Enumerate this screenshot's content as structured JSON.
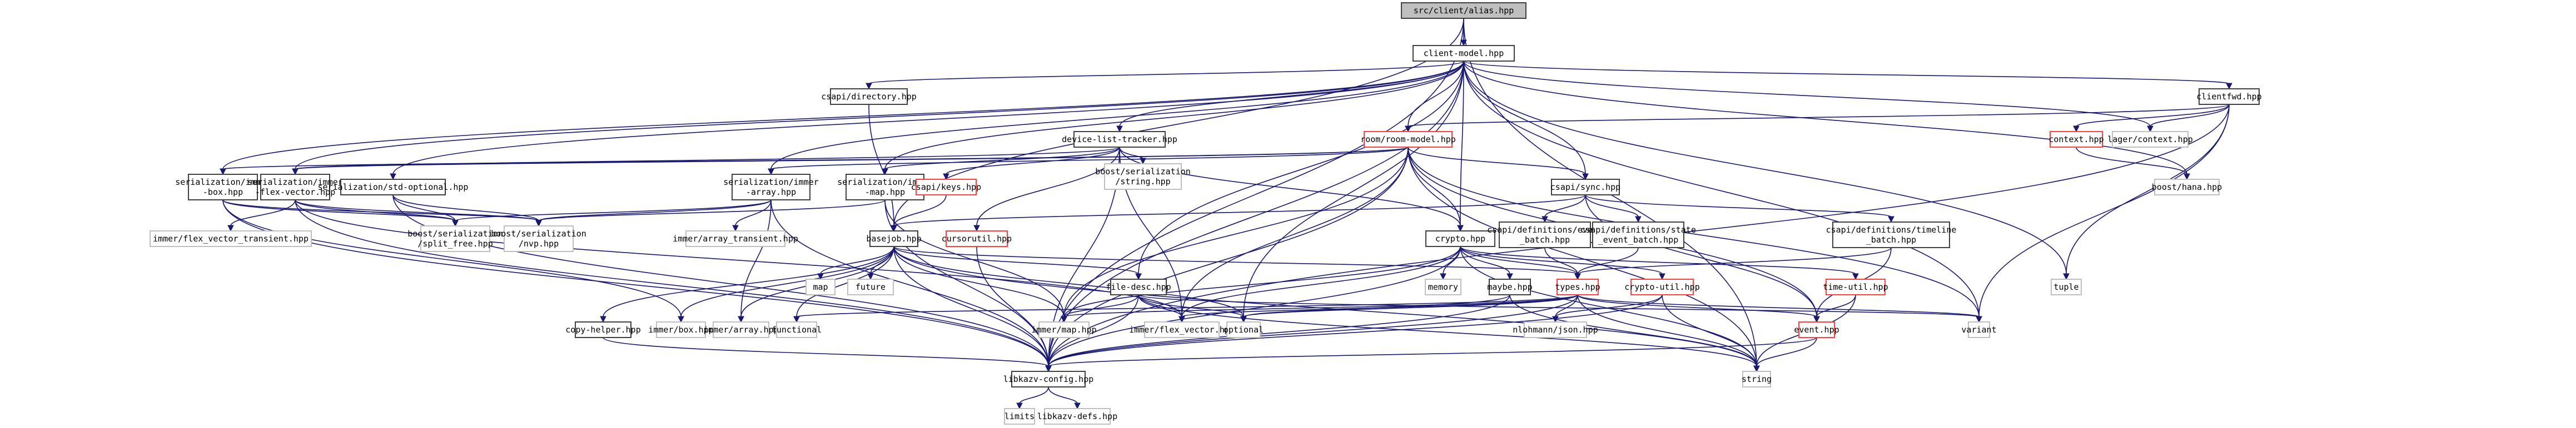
{
  "title": "src/client/alias.hpp",
  "colors": {
    "edge": "#191970",
    "root_fill": "#bfbfbf",
    "documented_border": "#404040",
    "truncated_border": "#ff4040",
    "external_border": "#bfbfbf"
  },
  "nodes": [
    {
      "id": "alias",
      "label": [
        "src/client/alias.hpp"
      ],
      "kind": "root"
    },
    {
      "id": "client_model",
      "label": [
        "client-model.hpp"
      ],
      "kind": "doc"
    },
    {
      "id": "csapi_directory",
      "label": [
        "csapi/directory.hpp"
      ],
      "kind": "doc"
    },
    {
      "id": "clientfwd",
      "label": [
        "clientfwd.hpp"
      ],
      "kind": "doc"
    },
    {
      "id": "device_list_tracker",
      "label": [
        "device-list-tracker.hpp"
      ],
      "kind": "doc"
    },
    {
      "id": "room_model",
      "label": [
        "room/room-model.hpp"
      ],
      "kind": "red"
    },
    {
      "id": "context",
      "label": [
        "context.hpp"
      ],
      "kind": "red"
    },
    {
      "id": "lager_context",
      "label": [
        "lager/context.hpp"
      ],
      "kind": "ext"
    },
    {
      "id": "boost_hana",
      "label": [
        "boost/hana.hpp"
      ],
      "kind": "ext"
    },
    {
      "id": "ser_immer_box",
      "label": [
        "serialization/immer",
        "-box.hpp"
      ],
      "kind": "doc"
    },
    {
      "id": "ser_immer_flex",
      "label": [
        "serialization/immer",
        "-flex-vector.hpp"
      ],
      "kind": "doc"
    },
    {
      "id": "ser_std_optional",
      "label": [
        "serialization/std-optional.hpp"
      ],
      "kind": "doc"
    },
    {
      "id": "ser_immer_array",
      "label": [
        "serialization/immer",
        "-array.hpp"
      ],
      "kind": "doc"
    },
    {
      "id": "ser_immer_map",
      "label": [
        "serialization/immer",
        "-map.hpp"
      ],
      "kind": "doc"
    },
    {
      "id": "csapi_keys",
      "label": [
        "csapi/keys.hpp"
      ],
      "kind": "red"
    },
    {
      "id": "boost_ser_string",
      "label": [
        "boost/serialization",
        "/string.hpp"
      ],
      "kind": "ext"
    },
    {
      "id": "csapi_sync",
      "label": [
        "csapi/sync.hpp"
      ],
      "kind": "doc"
    },
    {
      "id": "immer_fvt",
      "label": [
        "immer/flex_vector_transient.hpp"
      ],
      "kind": "ext"
    },
    {
      "id": "boost_split_free",
      "label": [
        "boost/serialization",
        "/split_free.hpp"
      ],
      "kind": "ext"
    },
    {
      "id": "boost_nvp",
      "label": [
        "boost/serialization",
        "/nvp.hpp"
      ],
      "kind": "ext"
    },
    {
      "id": "immer_array_transient",
      "label": [
        "immer/array_transient.hpp"
      ],
      "kind": "ext"
    },
    {
      "id": "basejob",
      "label": [
        "basejob.hpp"
      ],
      "kind": "doc"
    },
    {
      "id": "cursorutil",
      "label": [
        "cursorutil.hpp"
      ],
      "kind": "red"
    },
    {
      "id": "crypto",
      "label": [
        "crypto.hpp"
      ],
      "kind": "doc"
    },
    {
      "id": "csapi_event_batch",
      "label": [
        "csapi/definitions/event",
        "_batch.hpp"
      ],
      "kind": "doc"
    },
    {
      "id": "csapi_state_event_batch",
      "label": [
        "csapi/definitions/state",
        "_event_batch.hpp"
      ],
      "kind": "doc"
    },
    {
      "id": "csapi_timeline_batch",
      "label": [
        "csapi/definitions/timeline",
        "_batch.hpp"
      ],
      "kind": "doc"
    },
    {
      "id": "map",
      "label": [
        "map"
      ],
      "kind": "ext"
    },
    {
      "id": "future",
      "label": [
        "future"
      ],
      "kind": "ext"
    },
    {
      "id": "file_desc",
      "label": [
        "file-desc.hpp"
      ],
      "kind": "doc"
    },
    {
      "id": "memory",
      "label": [
        "memory"
      ],
      "kind": "ext"
    },
    {
      "id": "maybe",
      "label": [
        "maybe.hpp"
      ],
      "kind": "doc"
    },
    {
      "id": "types",
      "label": [
        "types.hpp"
      ],
      "kind": "red"
    },
    {
      "id": "crypto_util",
      "label": [
        "crypto-util.hpp"
      ],
      "kind": "red"
    },
    {
      "id": "time_util",
      "label": [
        "time-util.hpp"
      ],
      "kind": "red"
    },
    {
      "id": "tuple",
      "label": [
        "tuple"
      ],
      "kind": "ext"
    },
    {
      "id": "copy_helper",
      "label": [
        "copy-helper.hpp"
      ],
      "kind": "doc"
    },
    {
      "id": "immer_box",
      "label": [
        "immer/box.hpp"
      ],
      "kind": "ext"
    },
    {
      "id": "immer_array",
      "label": [
        "immer/array.hpp"
      ],
      "kind": "ext"
    },
    {
      "id": "functional",
      "label": [
        "functional"
      ],
      "kind": "ext"
    },
    {
      "id": "immer_map",
      "label": [
        "immer/map.hpp"
      ],
      "kind": "ext"
    },
    {
      "id": "immer_flex_vector",
      "label": [
        "immer/flex_vector.hpp"
      ],
      "kind": "ext"
    },
    {
      "id": "optional",
      "label": [
        "optional"
      ],
      "kind": "ext"
    },
    {
      "id": "nlohmann_json",
      "label": [
        "nlohmann/json.hpp"
      ],
      "kind": "ext"
    },
    {
      "id": "event",
      "label": [
        "event.hpp"
      ],
      "kind": "red"
    },
    {
      "id": "variant",
      "label": [
        "variant"
      ],
      "kind": "ext"
    },
    {
      "id": "libkazv_config",
      "label": [
        "libkazv-config.hpp"
      ],
      "kind": "doc"
    },
    {
      "id": "string",
      "label": [
        "string"
      ],
      "kind": "ext"
    },
    {
      "id": "limits",
      "label": [
        "limits"
      ],
      "kind": "ext"
    },
    {
      "id": "libkazv_defs",
      "label": [
        "libkazv-defs.hpp"
      ],
      "kind": "ext"
    }
  ],
  "edges": [
    [
      "alias",
      "client_model"
    ],
    [
      "alias",
      "basejob"
    ],
    [
      "alias",
      "libkazv_config"
    ],
    [
      "alias",
      "string"
    ],
    [
      "client_model",
      "csapi_directory"
    ],
    [
      "client_model",
      "clientfwd"
    ],
    [
      "client_model",
      "device_list_tracker"
    ],
    [
      "client_model",
      "room_model"
    ],
    [
      "client_model",
      "ser_immer_box"
    ],
    [
      "client_model",
      "ser_immer_flex"
    ],
    [
      "client_model",
      "ser_std_optional"
    ],
    [
      "client_model",
      "ser_immer_array"
    ],
    [
      "client_model",
      "ser_immer_map"
    ],
    [
      "client_model",
      "csapi_sync"
    ],
    [
      "client_model",
      "crypto"
    ],
    [
      "client_model",
      "lager_context"
    ],
    [
      "client_model",
      "boost_hana"
    ],
    [
      "client_model",
      "file_desc"
    ],
    [
      "client_model",
      "tuple"
    ],
    [
      "client_model",
      "variant"
    ],
    [
      "client_model",
      "libkazv_config"
    ],
    [
      "client_model",
      "optional"
    ],
    [
      "csapi_directory",
      "basejob"
    ],
    [
      "clientfwd",
      "room_model"
    ],
    [
      "clientfwd",
      "context"
    ],
    [
      "clientfwd",
      "lager_context"
    ],
    [
      "clientfwd",
      "tuple"
    ],
    [
      "clientfwd",
      "libkazv_config"
    ],
    [
      "clientfwd",
      "variant"
    ],
    [
      "context",
      "boost_hana"
    ],
    [
      "device_list_tracker",
      "ser_immer_flex"
    ],
    [
      "device_list_tracker",
      "ser_immer_map"
    ],
    [
      "device_list_tracker",
      "csapi_keys"
    ],
    [
      "device_list_tracker",
      "boost_ser_string"
    ],
    [
      "device_list_tracker",
      "cursorutil"
    ],
    [
      "device_list_tracker",
      "crypto"
    ],
    [
      "device_list_tracker",
      "libkazv_config"
    ],
    [
      "device_list_tracker",
      "immer_flex_vector"
    ],
    [
      "room_model",
      "ser_immer_box"
    ],
    [
      "room_model",
      "ser_immer_flex"
    ],
    [
      "room_model",
      "ser_immer_array"
    ],
    [
      "room_model",
      "csapi_sync"
    ],
    [
      "room_model",
      "crypto"
    ],
    [
      "room_model",
      "event"
    ],
    [
      "room_model",
      "immer_map"
    ],
    [
      "room_model",
      "immer_flex_vector"
    ],
    [
      "room_model",
      "libkazv_config"
    ],
    [
      "room_model",
      "variant"
    ],
    [
      "room_model",
      "string"
    ],
    [
      "ser_immer_box",
      "boost_split_free"
    ],
    [
      "ser_immer_box",
      "boost_nvp"
    ],
    [
      "ser_immer_box",
      "immer_box"
    ],
    [
      "ser_immer_box",
      "libkazv_config"
    ],
    [
      "ser_immer_flex",
      "immer_fvt"
    ],
    [
      "ser_immer_flex",
      "boost_split_free"
    ],
    [
      "ser_immer_flex",
      "boost_nvp"
    ],
    [
      "ser_immer_flex",
      "immer_flex_vector"
    ],
    [
      "ser_immer_flex",
      "libkazv_config"
    ],
    [
      "ser_std_optional",
      "boost_split_free"
    ],
    [
      "ser_std_optional",
      "boost_nvp"
    ],
    [
      "ser_std_optional",
      "libkazv_config"
    ],
    [
      "ser_immer_array",
      "boost_split_free"
    ],
    [
      "ser_immer_array",
      "boost_nvp"
    ],
    [
      "ser_immer_array",
      "immer_array_transient"
    ],
    [
      "ser_immer_array",
      "immer_array"
    ],
    [
      "ser_immer_array",
      "libkazv_config"
    ],
    [
      "ser_immer_map",
      "boost_nvp"
    ],
    [
      "ser_immer_map",
      "immer_map"
    ],
    [
      "ser_immer_map",
      "libkazv_config"
    ],
    [
      "csapi_keys",
      "basejob"
    ],
    [
      "csapi_sync",
      "basejob"
    ],
    [
      "csapi_sync",
      "csapi_event_batch"
    ],
    [
      "csapi_sync",
      "csapi_state_event_batch"
    ],
    [
      "csapi_sync",
      "csapi_timeline_batch"
    ],
    [
      "csapi_sync",
      "event"
    ],
    [
      "basejob",
      "map"
    ],
    [
      "basejob",
      "future"
    ],
    [
      "basejob",
      "types"
    ],
    [
      "basejob",
      "file_desc"
    ],
    [
      "basejob",
      "immer_box"
    ],
    [
      "basejob",
      "immer_array"
    ],
    [
      "basejob",
      "functional"
    ],
    [
      "basejob",
      "immer_map"
    ],
    [
      "basejob",
      "libkazv_config"
    ],
    [
      "basejob",
      "copy_helper"
    ],
    [
      "basejob",
      "string"
    ],
    [
      "basejob",
      "optional"
    ],
    [
      "cursorutil",
      "libkazv_config"
    ],
    [
      "crypto",
      "memory"
    ],
    [
      "crypto",
      "maybe"
    ],
    [
      "crypto",
      "types"
    ],
    [
      "crypto",
      "crypto_util"
    ],
    [
      "crypto",
      "time_util"
    ],
    [
      "crypto",
      "immer_map"
    ],
    [
      "crypto",
      "immer_flex_vector"
    ],
    [
      "crypto",
      "libkazv_config"
    ],
    [
      "crypto",
      "string"
    ],
    [
      "csapi_event_batch",
      "types"
    ],
    [
      "csapi_state_event_batch",
      "types"
    ],
    [
      "csapi_timeline_batch",
      "types"
    ],
    [
      "csapi_timeline_batch",
      "event"
    ],
    [
      "file_desc",
      "immer_map"
    ],
    [
      "file_desc",
      "immer_flex_vector"
    ],
    [
      "file_desc",
      "optional"
    ],
    [
      "file_desc",
      "libkazv_config"
    ],
    [
      "file_desc",
      "string"
    ],
    [
      "file_desc",
      "variant"
    ],
    [
      "maybe",
      "optional"
    ],
    [
      "maybe",
      "libkazv_config"
    ],
    [
      "maybe",
      "string"
    ],
    [
      "types",
      "nlohmann_json"
    ],
    [
      "types",
      "immer_map"
    ],
    [
      "types",
      "immer_flex_vector"
    ],
    [
      "types",
      "optional"
    ],
    [
      "types",
      "libkazv_config"
    ],
    [
      "types",
      "string"
    ],
    [
      "types",
      "variant"
    ],
    [
      "types",
      "event"
    ],
    [
      "types",
      "functional"
    ],
    [
      "crypto_util",
      "nlohmann_json"
    ],
    [
      "crypto_util",
      "libkazv_config"
    ],
    [
      "crypto_util",
      "string"
    ],
    [
      "time_util",
      "event"
    ],
    [
      "time_util",
      "string"
    ],
    [
      "event",
      "libkazv_config"
    ],
    [
      "event",
      "string"
    ],
    [
      "copy_helper",
      "libkazv_config"
    ],
    [
      "libkazv_config",
      "limits"
    ],
    [
      "libkazv_config",
      "libkazv_defs"
    ]
  ]
}
